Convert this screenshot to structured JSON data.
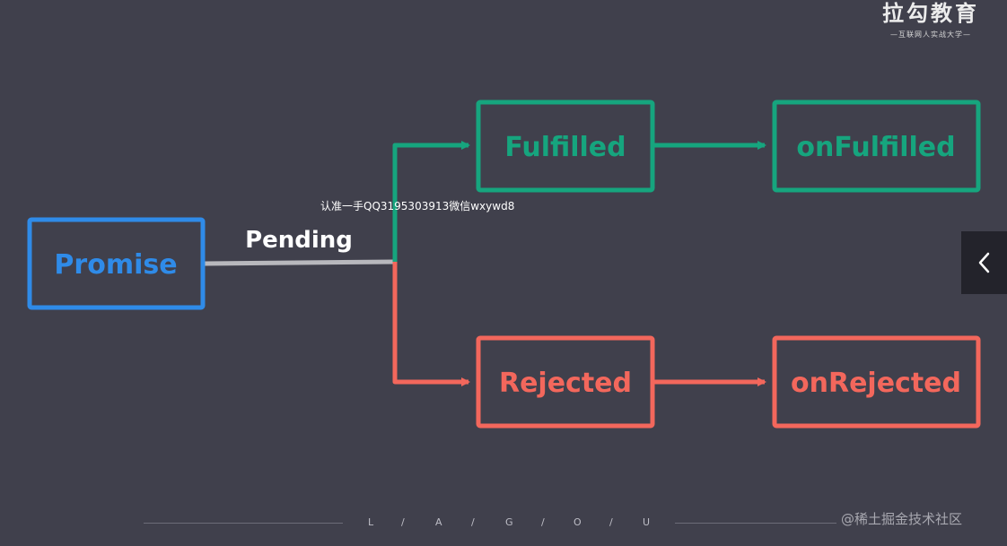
{
  "brand": {
    "title": "拉勾教育",
    "subtitle": "—互联网人实战大学—"
  },
  "watermark": "认准一手QQ3195303913微信wxywd8",
  "nodes": {
    "promise": "Promise",
    "fulfilled": "Fulfilled",
    "on_fulfilled": "onFulfilled",
    "rejected": "Rejected",
    "on_rejected": "onRejected"
  },
  "edge_label": "Pending",
  "colors": {
    "background": "#40404c",
    "promise": "#2f8be8",
    "fulfilled": "#16a57e",
    "rejected": "#f3675c",
    "pending_line": "#b8b8bd"
  },
  "footer": {
    "letters": [
      "L",
      "/",
      "A",
      "/",
      "G",
      "/",
      "O",
      "/",
      "U"
    ]
  },
  "credit": "@稀土掘金技术社区",
  "side_button": {
    "icon": "chevron-left-icon"
  }
}
